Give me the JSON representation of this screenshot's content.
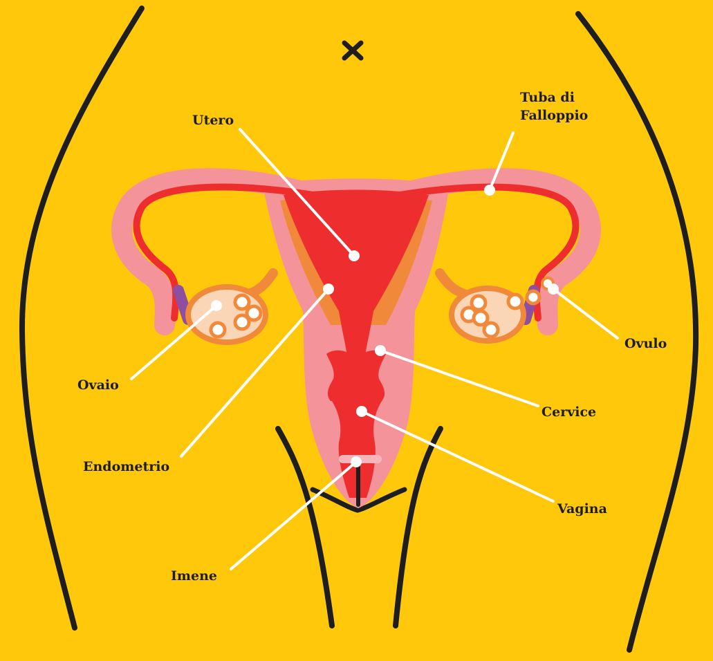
{
  "colors": {
    "background": "#FFC80B",
    "outline": "#1E1E1E",
    "uterus_outer": "#F4939A",
    "uterus_inner": "#EE2E2E",
    "endometrium": "#F08A3A",
    "ovary_fill": "#FBD6B6",
    "ovary_ring": "#F08A3A",
    "ligament": "#8E4FA0",
    "leader": "#FFFFFF"
  },
  "icons": {
    "close": "close-icon"
  },
  "labels": {
    "utero": "Utero",
    "tuba": "Tuba di Falloppio",
    "ovaio": "Ovaio",
    "ovulo": "Ovulo",
    "endometrio": "Endometrio",
    "cervice": "Cervice",
    "vagina": "Vagina",
    "imene": "Imene"
  }
}
